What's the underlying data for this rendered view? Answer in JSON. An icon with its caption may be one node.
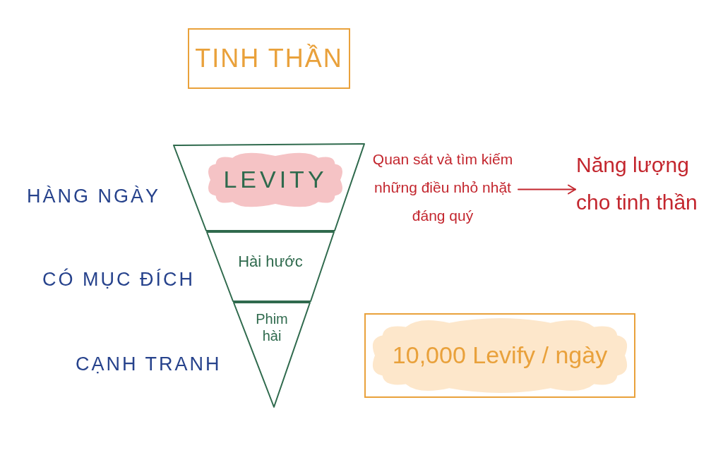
{
  "diagram": {
    "nodes": [
      {
        "text": [
          "TINH THẦN"
        ]
      },
      {
        "text": [],
        "shape": "trapezoid"
      },
      {
        "text": [
          "LEVITY"
        ],
        "in": 1
      },
      {
        "text": [
          "Quan sát và tìm kiếm những điều nhỏ nhặt đáng quý"
        ]
      },
      {
        "text": [
          "Năng lượng cho tinh thần"
        ]
      },
      {
        "text": [
          "Hài hước"
        ]
      },
      {
        "text": [
          "Phim hài"
        ]
      },
      {
        "text": [
          "10,000 Levify / ngày"
        ]
      }
    ],
    "edges": [
      {
        "from": 3,
        "to": 4,
        "arrow": "to"
      }
    ],
    "labels": [
      "HÀNG NGÀY",
      "CÓ MỤC ĐÍCH",
      "CẠNH TRANH"
    ]
  }
}
